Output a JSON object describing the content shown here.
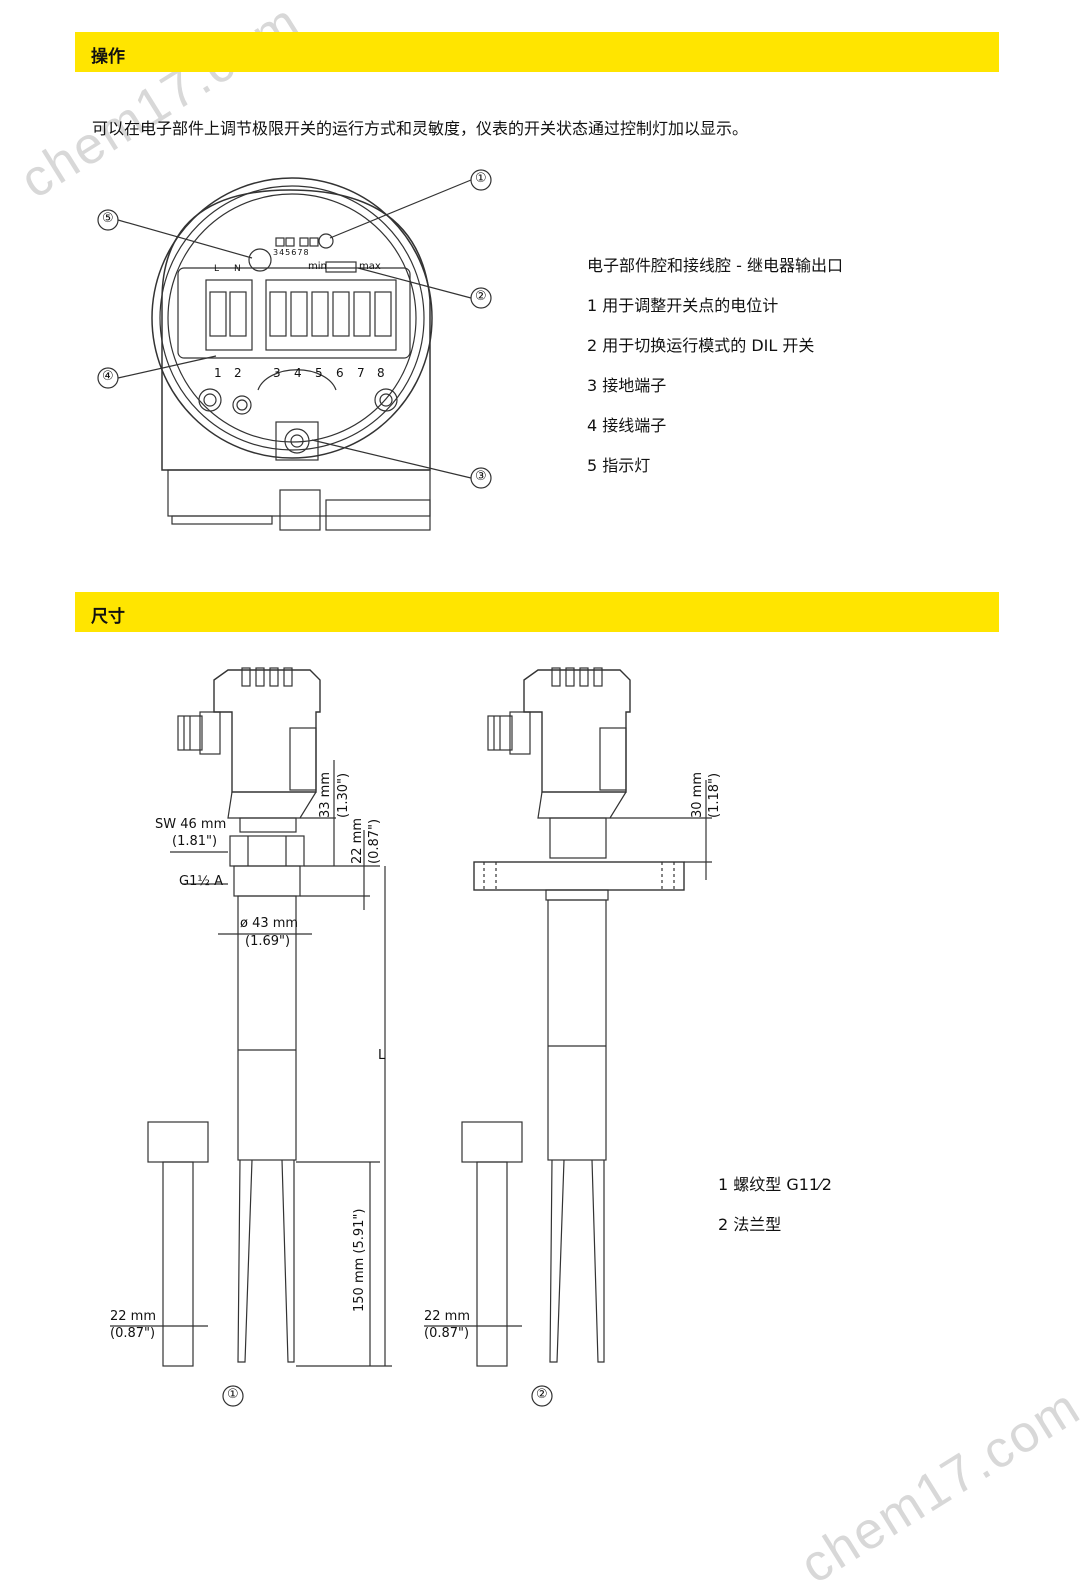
{
  "sections": {
    "operation_title": "操作",
    "dimensions_title": "尺寸"
  },
  "intro_text": "可以在电子部件上调节极限开关的运行方式和灵敏度，仪表的开关状态通过控制灯加以显示。",
  "wiring_legend": {
    "title": "电子部件腔和接线腔 - 继电器输出口",
    "items": [
      "1 用于调整开关点的电位计",
      "2 用于切换运行模式的 DIL 开关",
      "3 接地端子",
      "4 接线端子",
      "5 指示灯"
    ]
  },
  "wiring_diagram": {
    "callouts": [
      "①",
      "②",
      "③",
      "④",
      "⑤"
    ],
    "terminal_numbers": [
      "1",
      "2",
      "3",
      "4",
      "5",
      "6",
      "7",
      "8"
    ],
    "dil_numbers": "345678",
    "switch_min": "min",
    "switch_max": "max",
    "power_labels": [
      "L",
      "N"
    ]
  },
  "dimension_legend": {
    "items": [
      "1 螺纹型 G11⁄2",
      "2 法兰型"
    ]
  },
  "dimension_labels": {
    "sw": "SW 46 mm",
    "sw_in": "(1.81\")",
    "thread": "G1½ A",
    "dia": "ø 43 mm",
    "dia_in": "(1.69\")",
    "d33": "33 mm",
    "d33_in": "(1.30\")",
    "d22": "22 mm",
    "d22_in": "(0.87\")",
    "d30": "30 mm",
    "d30_in": "(1.18\")",
    "length": "L",
    "fork": "150 mm (5.91\")",
    "tine_a": "22 mm",
    "tine_a_in": "(0.87\")",
    "tine_b": "22 mm",
    "tine_b_in": "(0.87\")",
    "variant_1": "①",
    "variant_2": "②"
  },
  "watermark": "chem17.com"
}
